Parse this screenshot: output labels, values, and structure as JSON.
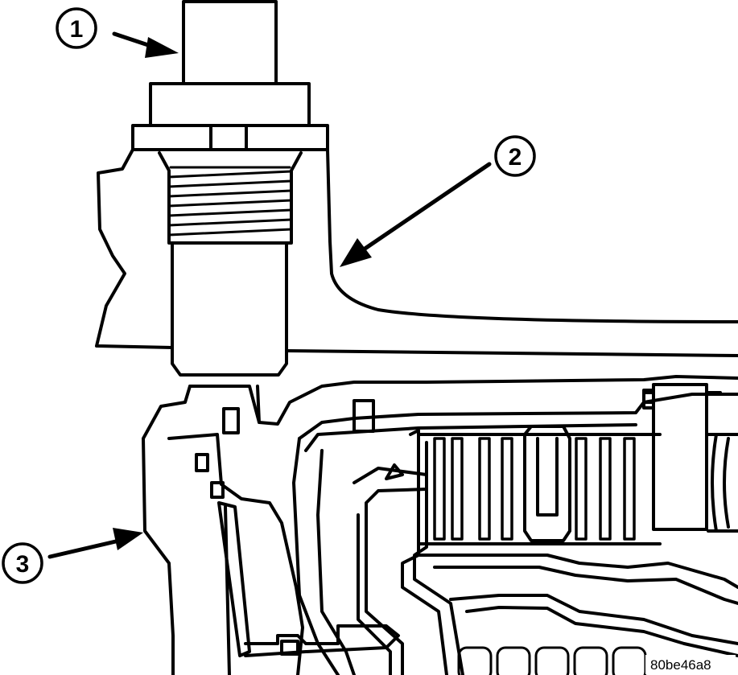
{
  "callouts": [
    {
      "number": "1"
    },
    {
      "number": "2"
    },
    {
      "number": "3"
    }
  ],
  "figure_code": "80be46a8",
  "colors": {
    "line": "#000000",
    "background": "#ffffff"
  }
}
